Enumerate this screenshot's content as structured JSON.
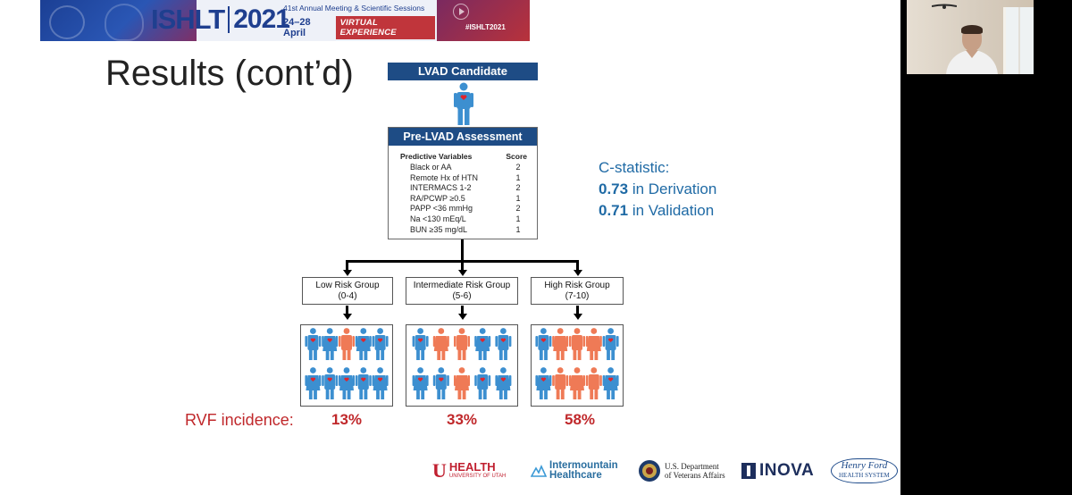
{
  "banner": {
    "logo": "ISHLT",
    "year": "2021",
    "meeting": "41st Annual Meeting & Scientific Sessions",
    "dates": "24–28 April",
    "virtual": "VIRTUAL EXPERIENCE",
    "hashtag": "#ISHLT2021"
  },
  "slide": {
    "title": "Results (cont’d)"
  },
  "flow": {
    "candidate": "LVAD Candidate",
    "assessment": {
      "title": "Pre-LVAD Assessment",
      "col_variable": "Predictive Variables",
      "col_score": "Score",
      "rows": [
        {
          "variable": "Black or AA",
          "score": "2"
        },
        {
          "variable": "Remote Hx of HTN",
          "score": "1"
        },
        {
          "variable": "INTERMACS 1-2",
          "score": "2"
        },
        {
          "variable": "RA/PCWP ≥0.5",
          "score": "1"
        },
        {
          "variable": "PAPP <36 mmHg",
          "score": "2"
        },
        {
          "variable": "Na <130 mEq/L",
          "score": "1"
        },
        {
          "variable": "BUN ≥35 mg/dL",
          "score": "1"
        }
      ]
    },
    "groups": [
      {
        "name": "Low Risk Group",
        "range": "(0-4)",
        "rvf": "13%",
        "affected_fraction": 0.1
      },
      {
        "name": "Intermediate Risk Group",
        "range": "(5-6)",
        "rvf": "33%",
        "affected_fraction": 0.3
      },
      {
        "name": "High Risk Group",
        "range": "(7-10)",
        "rvf": "58%",
        "affected_fraction": 0.6
      }
    ]
  },
  "cstat": {
    "label": "C-statistic:",
    "derivation_value": "0.73",
    "derivation_text": " in Derivation",
    "validation_value": "0.71",
    "validation_text": " in Validation"
  },
  "rvf_label": "RVF incidence:",
  "sponsors": {
    "uhealth_a": "HEALTH",
    "uhealth_b": "UNIVERSITY OF UTAH",
    "intermountain_a": "Intermountain",
    "intermountain_b": "Healthcare",
    "va_a": "U.S. Department",
    "va_b": "of Veterans Affairs",
    "inova": "INOVA",
    "henryford_a": "Henry Ford",
    "henryford_b": "HEALTH SYSTEM"
  },
  "colors": {
    "navy": "#1e4c85",
    "blue_person": "#3c8fd0",
    "orange_person": "#ef7a56",
    "heart": "#e0242c",
    "cstat_blue": "#1f6aa5",
    "rvf_red": "#c0282b"
  }
}
